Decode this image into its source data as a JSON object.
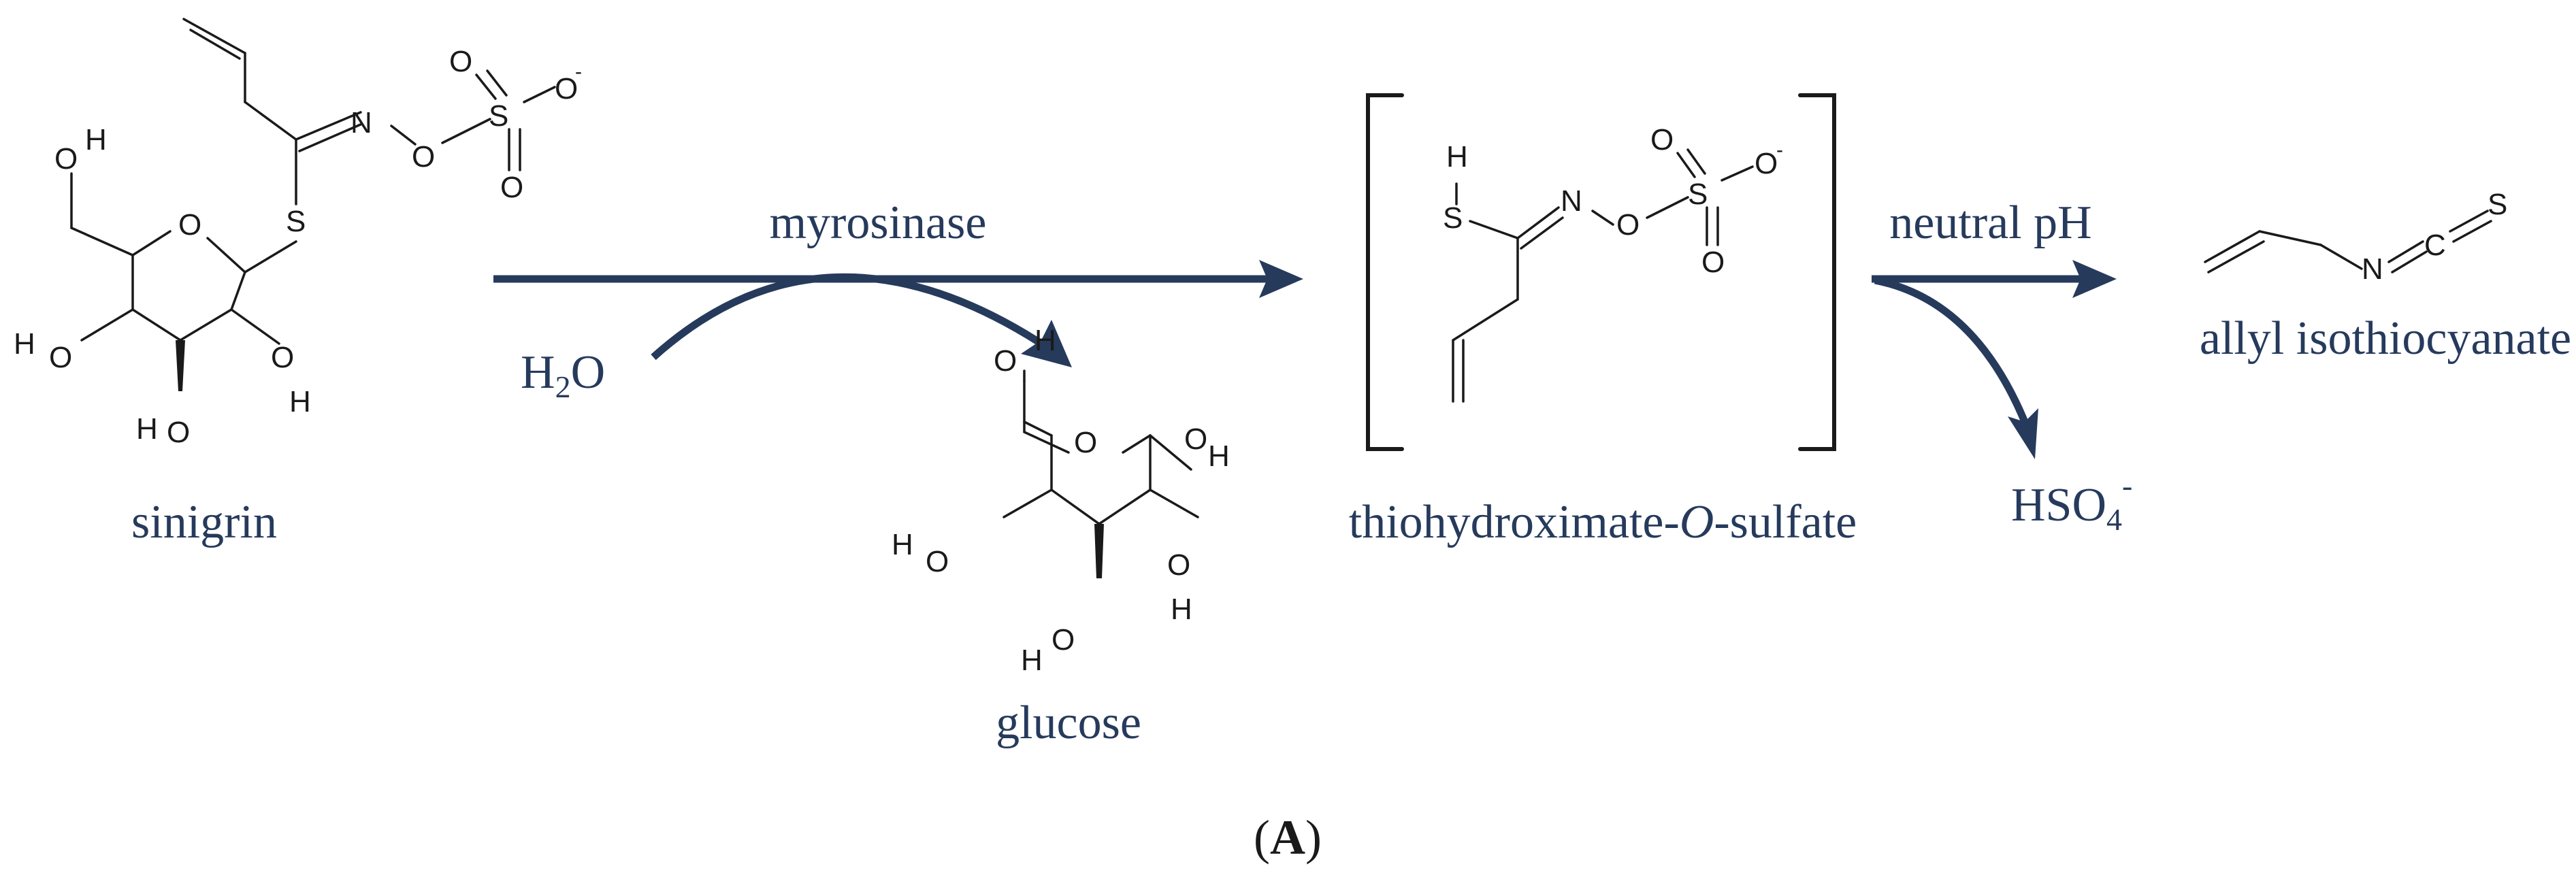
{
  "labels": {
    "sinigrin": "sinigrin",
    "myrosinase": "myrosinase",
    "water_H": "H",
    "water_2": "2",
    "water_O": "O",
    "glucose": "glucose",
    "intermediate_pre": "thiohydroximate-",
    "intermediate_O": "O",
    "intermediate_post": "-sulfate",
    "neutral_ph": "neutral pH",
    "aitc": "allyl isothiocyanate",
    "hso4_main": "HSO",
    "hso4_sub": "4",
    "hso4_charge": "-",
    "panel_open": "(",
    "panel_letter": "A",
    "panel_close": ")"
  },
  "atoms": {
    "O": "O",
    "S": "S",
    "N": "N",
    "H": "H",
    "C": "C",
    "charge_minus": "-"
  },
  "colors": {
    "label": "#263a5c",
    "arrow": "#263a5c",
    "structure": "#1a1a1a"
  }
}
